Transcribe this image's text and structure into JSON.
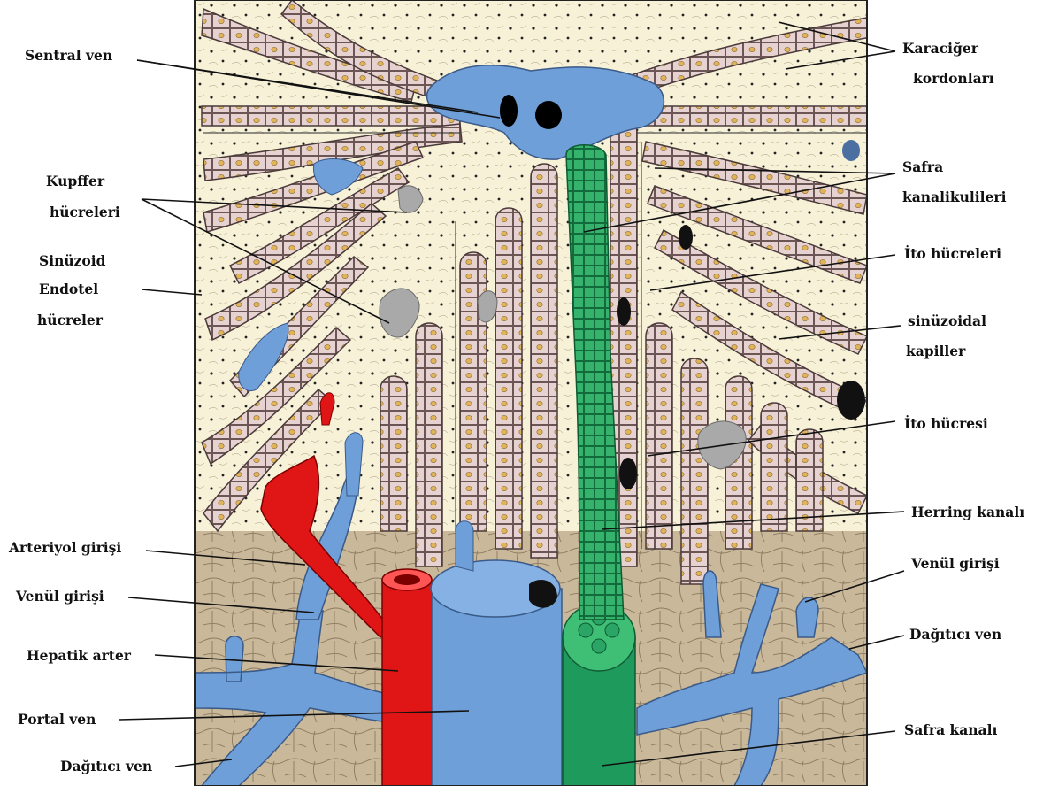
{
  "labels": {
    "central_vein": "Sentral ven",
    "kupffer_1": "Kupffer",
    "kupffer_2": "hücreleri",
    "endothelial_1": "Sinüzoid",
    "endothelial_2": "Endotel",
    "endothelial_3": "hücreler",
    "arteriole_inlet": "Arteriyol girişi",
    "venule_inlet_left": "Venül girişi",
    "hepatic_artery": "Hepatik arter",
    "portal_vein": "Portal ven",
    "distributing_vein_left": "Dağıtıcı ven",
    "liver_cords_1": "Karaciğer",
    "liver_cords_2": "kordonları",
    "bile_canaliculi_1": "Safra",
    "bile_canaliculi_2": "kanalikulileri",
    "ito_cells": "İto hücreleri",
    "sinusoidal_1": "sinüzoidal",
    "sinusoidal_2": "kapiller",
    "ito_cell": "İto hücresi",
    "hering_canal": "Herring kanalı",
    "venule_inlet_right": "Venül girişi",
    "distributing_vein_right": "Dağıtıcı ven",
    "bile_duct": "Safra kanalı"
  },
  "colors": {
    "hepatocyte": "#e6d2d0",
    "hepatocyte_border": "#5a4848",
    "nucleus": "#e2b45a",
    "sinusoid": "#f7f1d8",
    "vein": "#6f9fd8",
    "artery": "#e01515",
    "bile": "#1e9a5c",
    "bile_light": "#3fbf76",
    "connective": "#c8b89a",
    "kupffer": "#9a9a9a"
  }
}
